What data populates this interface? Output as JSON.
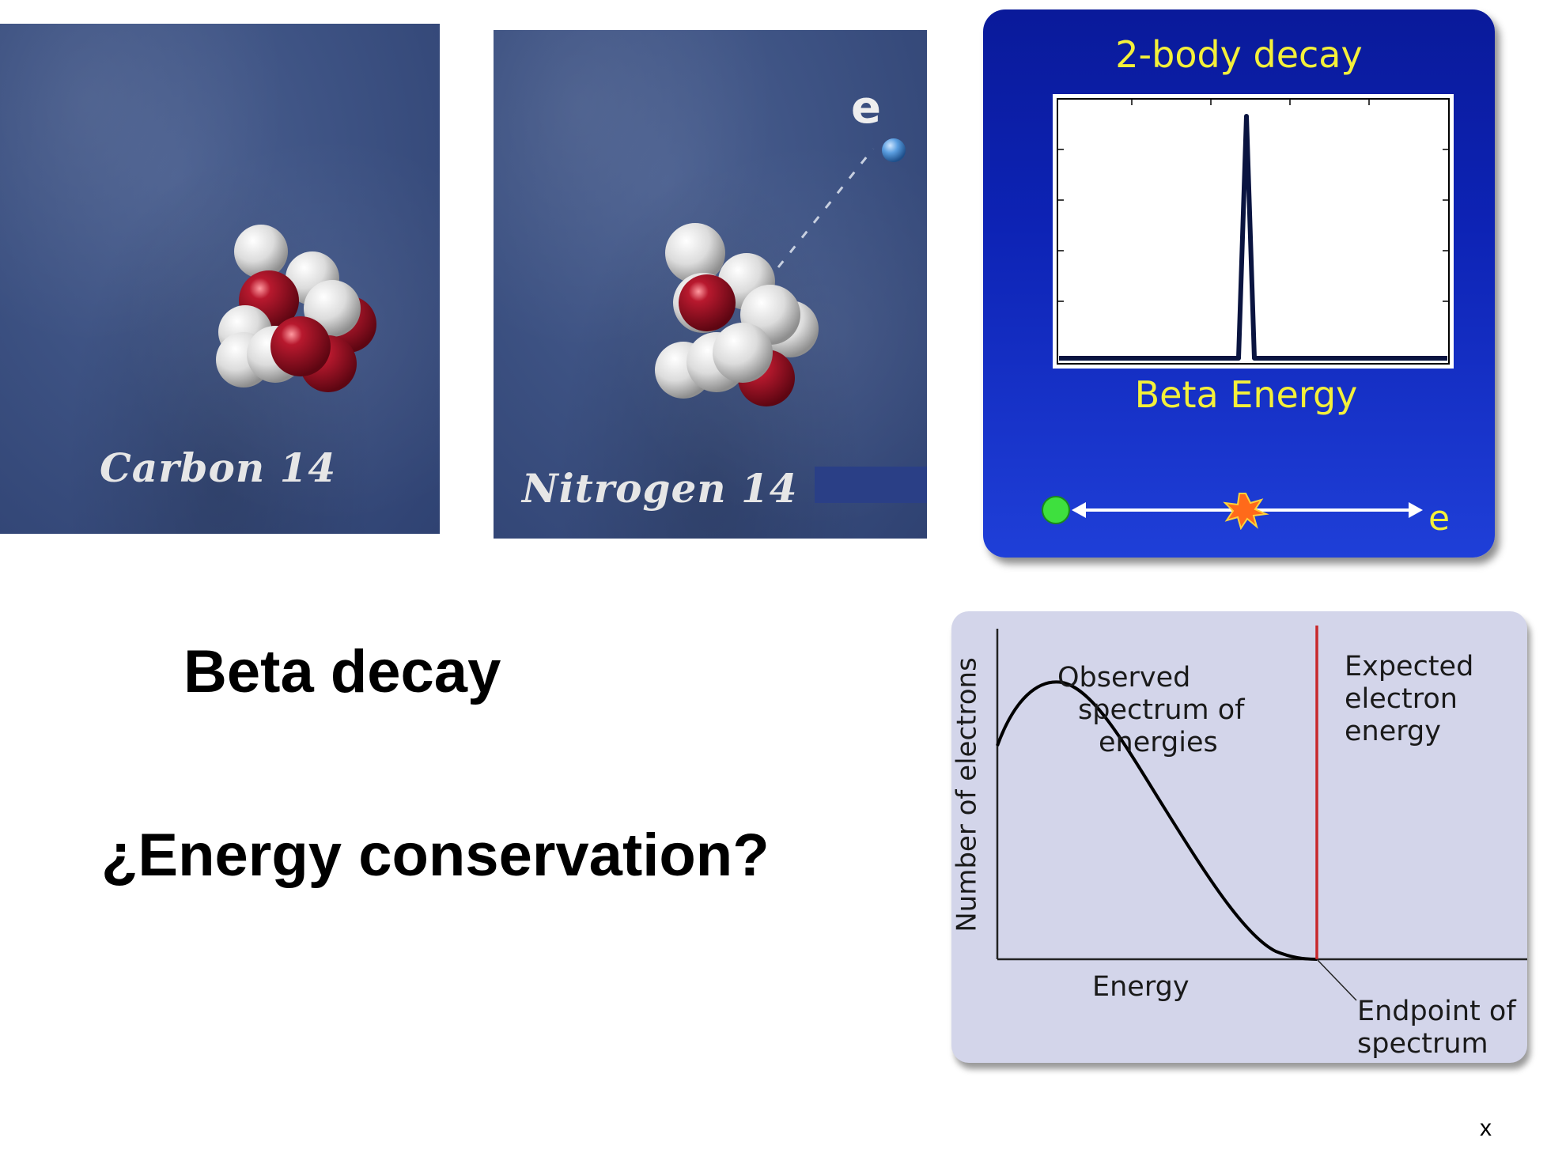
{
  "carbon_panel": {
    "label": "Carbon 14"
  },
  "nitrogen_panel": {
    "label": "Nitrogen 14",
    "electron_label": "e"
  },
  "two_body_panel": {
    "title": "2-body decay",
    "axis_label": "Beta Energy",
    "electron_label": "e"
  },
  "main_text": {
    "heading": "Beta decay",
    "question": "¿Energy conservation?"
  },
  "spectrum_panel": {
    "ylabel": "Number of electrons",
    "xlabel": "Energy",
    "observed_label": [
      "Observed",
      "spectrum of",
      "energies"
    ],
    "expected_label": [
      "Expected",
      "electron",
      "energy"
    ],
    "endpoint_label": [
      "Endpoint of",
      "spectrum"
    ]
  },
  "footer": {
    "mark": "x"
  },
  "colors": {
    "proton": "#a8162a",
    "neutron": "#e6e6e6",
    "expected_line": "#c8282b",
    "panel_blue": "#0d23b5",
    "yellow_text": "#f4f03a"
  }
}
